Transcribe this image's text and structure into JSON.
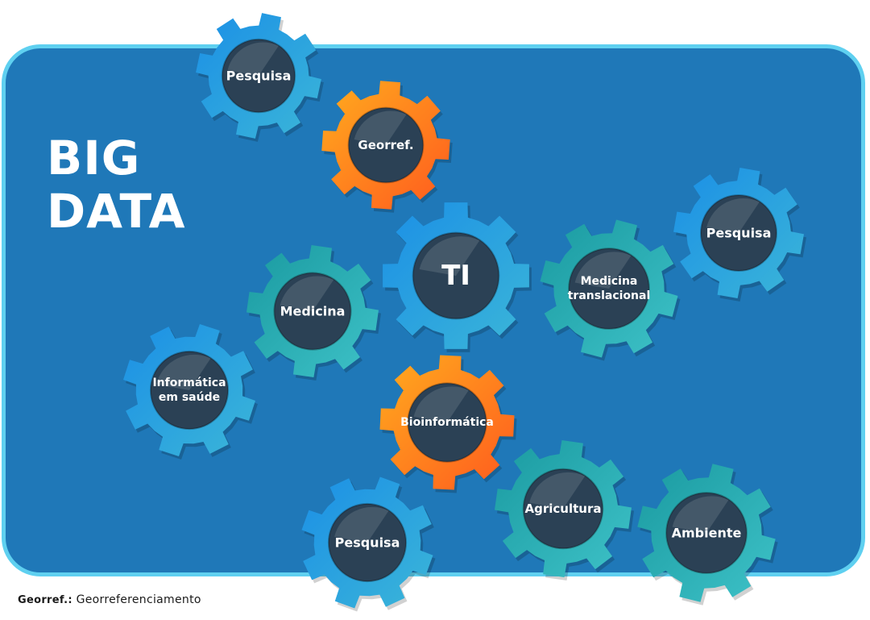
{
  "title": {
    "line1": "BIG",
    "line2": "DATA"
  },
  "footnote": {
    "abbr": "Georref.:",
    "text": "Georreferenciamento"
  },
  "palette": {
    "blue": [
      "#1b8fe6",
      "#3bb6d8"
    ],
    "orange": [
      "#ffac1e",
      "#ff5a1e"
    ],
    "teal": [
      "#1a9aa0",
      "#3ec2c8"
    ],
    "hub": "#2b4155"
  },
  "gears": [
    {
      "id": "pesquisa-top",
      "lines": [
        "Pesquisa"
      ],
      "color": "blue"
    },
    {
      "id": "georref",
      "lines": [
        "Georref."
      ],
      "color": "orange"
    },
    {
      "id": "ti",
      "lines": [
        "TI"
      ],
      "color": "blue"
    },
    {
      "id": "medicina",
      "lines": [
        "Medicina"
      ],
      "color": "teal"
    },
    {
      "id": "medicina-translacional",
      "lines": [
        "Medicina",
        "translacional"
      ],
      "color": "teal"
    },
    {
      "id": "pesquisa-right",
      "lines": [
        "Pesquisa"
      ],
      "color": "blue"
    },
    {
      "id": "informatica-em-saude",
      "lines": [
        "Informática",
        "em saúde"
      ],
      "color": "blue"
    },
    {
      "id": "bioinformatica",
      "lines": [
        "Bioinformática"
      ],
      "color": "orange"
    },
    {
      "id": "pesquisa-bottom",
      "lines": [
        "Pesquisa"
      ],
      "color": "blue"
    },
    {
      "id": "agricultura",
      "lines": [
        "Agricultura"
      ],
      "color": "teal"
    },
    {
      "id": "ambiente",
      "lines": [
        "Ambiente"
      ],
      "color": "teal"
    }
  ]
}
